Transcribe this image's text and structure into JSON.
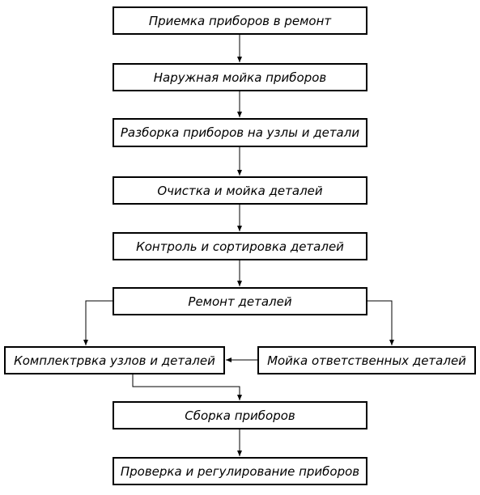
{
  "steps": {
    "s1": "Приемка приборов в ремонт",
    "s2": "Наружная мойка приборов",
    "s3": "Разборка приборов на узлы и детали",
    "s4": "Очистка и мойка деталей",
    "s5": "Контроль и сортировка деталей",
    "s6": "Ремонт деталей",
    "s7": "Комплектрвка узлов и деталей",
    "s8": "Мойка ответственных деталей",
    "s9": "Сборка приборов",
    "s10": "Проверка и регулирование приборов"
  },
  "connections": [
    {
      "from": "s1",
      "to": "s2"
    },
    {
      "from": "s2",
      "to": "s3"
    },
    {
      "from": "s3",
      "to": "s4"
    },
    {
      "from": "s4",
      "to": "s5"
    },
    {
      "from": "s5",
      "to": "s6"
    },
    {
      "from": "s6",
      "to": "s7"
    },
    {
      "from": "s6",
      "to": "s8"
    },
    {
      "from": "s8",
      "to": "s7"
    },
    {
      "from": "s7",
      "to": "s9"
    },
    {
      "from": "s9",
      "to": "s10"
    }
  ],
  "colors": {
    "line": "#000000",
    "background": "#ffffff"
  }
}
